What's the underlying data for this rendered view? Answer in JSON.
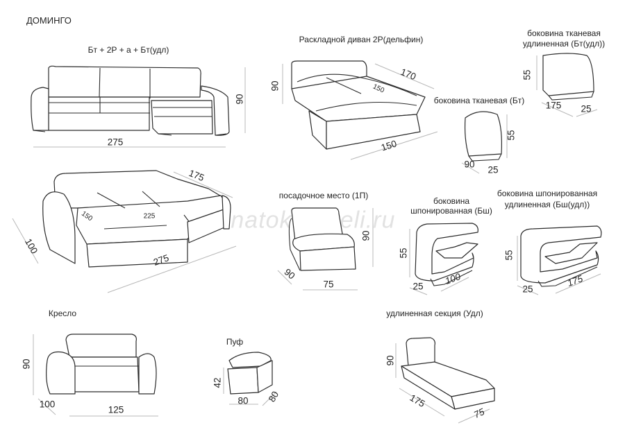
{
  "title": "ДОМИНГО",
  "watermark": "ZnatokMebeli.ru",
  "items": {
    "corner_sofa_front": {
      "label": "Бт + 2Р + а + Бт(удл)",
      "height": "90",
      "width": "275"
    },
    "dolphin_sofa": {
      "label": "Раскладной диван 2Р(дельфин)",
      "height": "90",
      "depth": "170",
      "bed": "150",
      "width": "150"
    },
    "side_fabric_long": {
      "label_line1": "боковина тканевая",
      "label_line2": "удлиненная  (Бт(удл))",
      "height": "55",
      "depth": "175",
      "width": "25"
    },
    "side_fabric": {
      "label": "боковина тканевая (Бт)",
      "height": "55",
      "depth": "90",
      "width": "25"
    },
    "corner_sofa_open": {
      "depth": "175",
      "bed_width": "150",
      "bed_length": "225",
      "side": "100",
      "width": "275"
    },
    "seat_module": {
      "label": "посадочное место (1П)",
      "height": "90",
      "depth": "90",
      "width": "75"
    },
    "side_veneer": {
      "label_line1": "боковина",
      "label_line2": "шпонированная (Бш)",
      "height": "55",
      "width": "25",
      "depth": "100"
    },
    "side_veneer_long": {
      "label_line1": "боковина шпонированная",
      "label_line2": "удлиненная  (Бш(удл))",
      "height": "55",
      "width": "25",
      "depth": "175"
    },
    "armchair": {
      "label": "Кресло",
      "height": "90",
      "depth": "100",
      "width": "125"
    },
    "pouf": {
      "label": "Пуф",
      "height": "42",
      "width": "80",
      "depth": "80"
    },
    "long_section": {
      "label": "удлиненная секция (Удл)",
      "height": "90",
      "depth": "175",
      "width": "75"
    }
  }
}
